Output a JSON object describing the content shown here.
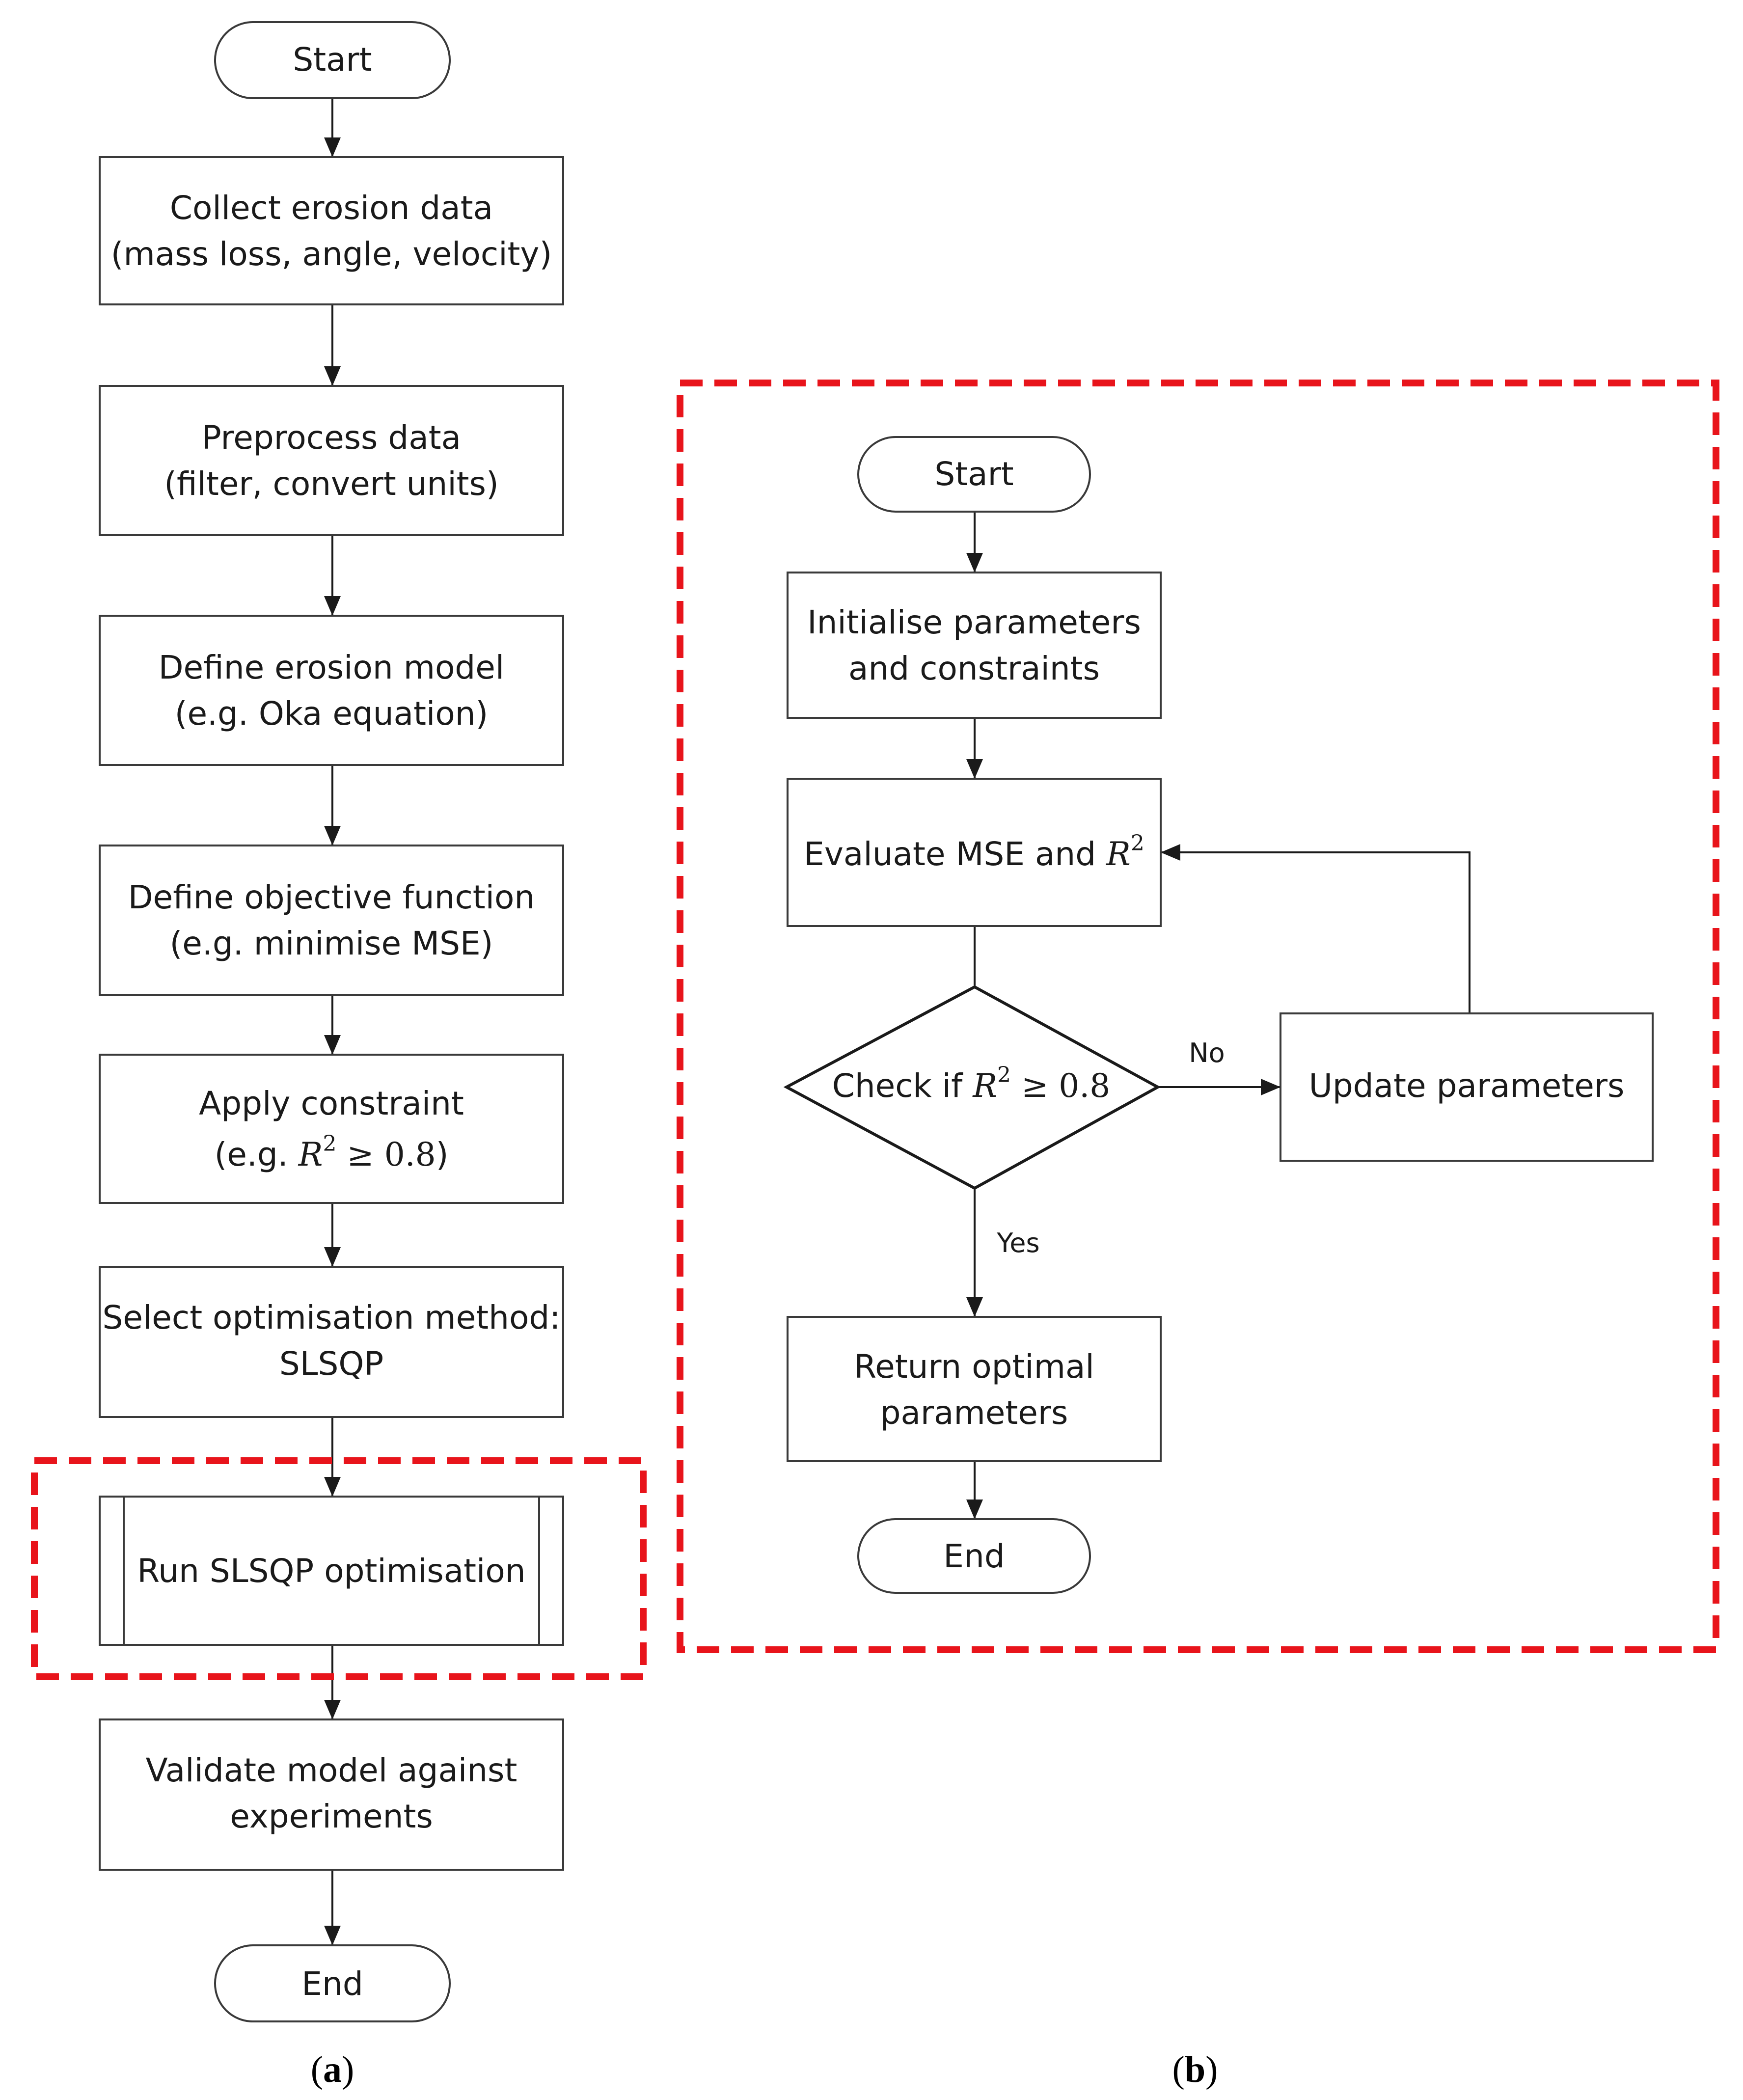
{
  "panel_a": {
    "start": "Start",
    "collect": [
      "Collect erosion data",
      "(mass loss, angle, velocity)"
    ],
    "preprocess": [
      "Preprocess data",
      "(filter, convert units)"
    ],
    "define_model": [
      "Define erosion model",
      "(e.g. Oka equation)"
    ],
    "objective": [
      "Define objective function",
      "(e.g. minimise MSE)"
    ],
    "constraint_title": "Apply constraint",
    "constraint_prefix": "(e.g. ",
    "constraint_var": "R",
    "constraint_exp": "2",
    "constraint_rel": " ≥ 0.8",
    "constraint_suffix": ")",
    "select_method": [
      "Select optimisation method:",
      "SLSQP"
    ],
    "run": "Run SLSQP optimisation",
    "validate": [
      "Validate model against",
      "experiments"
    ],
    "end": "End",
    "caption_open": "(",
    "caption_letter": "a",
    "caption_close": ")"
  },
  "panel_b": {
    "start": "Start",
    "init": [
      "Initialise parameters",
      "and constraints"
    ],
    "evaluate_prefix": "Evaluate MSE and ",
    "evaluate_var": "R",
    "evaluate_exp": "2",
    "check_prefix": "Check if ",
    "check_var": "R",
    "check_exp": "2",
    "check_rel": " ≥ 0.8",
    "update": "Update parameters",
    "no_label": "No",
    "yes_label": "Yes",
    "return": [
      "Return optimal",
      "parameters"
    ],
    "end": "End",
    "caption_open": "(",
    "caption_letter": "b",
    "caption_close": ")"
  },
  "colors": {
    "highlight": "#e8141b",
    "stroke": "#3a3a3a"
  }
}
